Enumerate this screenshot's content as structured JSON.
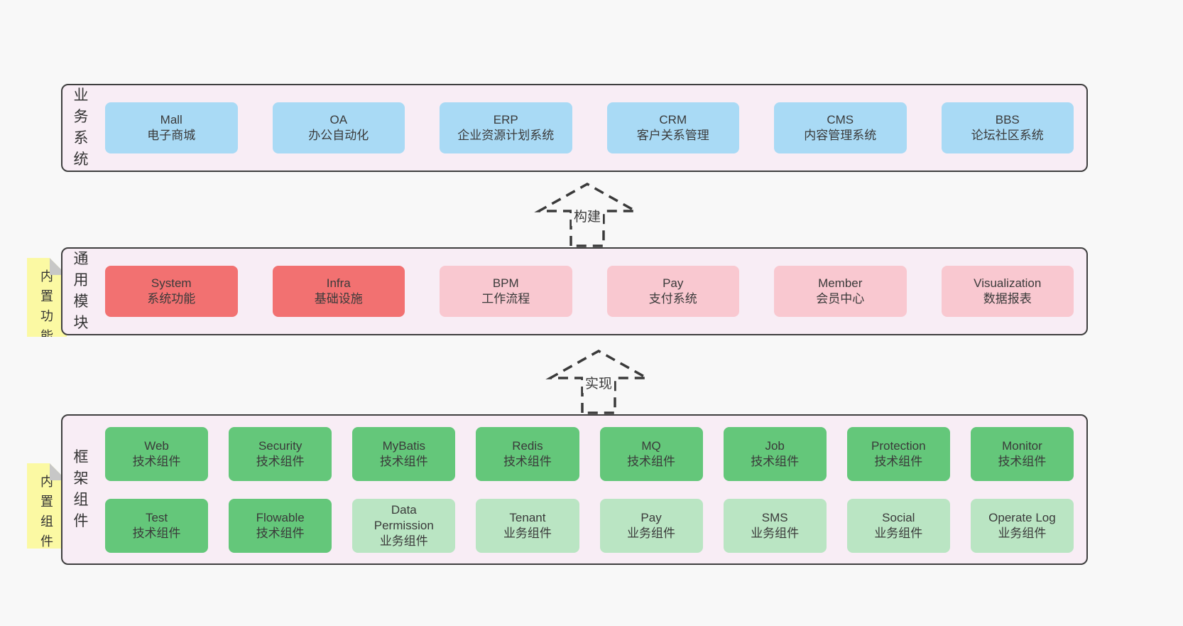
{
  "colors": {
    "background": "#f8f8f8",
    "band_fill": "#f8edf5",
    "band_border": "#3f3f3f",
    "tag_fill": "#fbf9a3",
    "fold": "#c7c7c7",
    "arrow": "#3a3a3a",
    "text": "#3a3a3a",
    "box": {
      "blue": "#a9daf5",
      "red": "#f27171",
      "pink": "#f9c8d0",
      "green": "#64c77a",
      "green_light": "#bae5c3"
    }
  },
  "bands": [
    {
      "label": "业务系统",
      "rows": [
        [
          {
            "name": "Mall",
            "desc": "电子商城",
            "type": "blue"
          },
          {
            "name": "OA",
            "desc": "办公自动化",
            "type": "blue"
          },
          {
            "name": "ERP",
            "desc": "企业资源计划系统",
            "type": "blue"
          },
          {
            "name": "CRM",
            "desc": "客户关系管理",
            "type": "blue"
          },
          {
            "name": "CMS",
            "desc": "内容管理系统",
            "type": "blue"
          },
          {
            "name": "BBS",
            "desc": "论坛社区系统",
            "type": "blue"
          }
        ]
      ]
    },
    {
      "label": "通用模块",
      "tag": "内置功能",
      "rows": [
        [
          {
            "name": "System",
            "desc": "系统功能",
            "type": "red"
          },
          {
            "name": "Infra",
            "desc": "基础设施",
            "type": "red"
          },
          {
            "name": "BPM",
            "desc": "工作流程",
            "type": "pink"
          },
          {
            "name": "Pay",
            "desc": "支付系统",
            "type": "pink"
          },
          {
            "name": "Member",
            "desc": "会员中心",
            "type": "pink"
          },
          {
            "name": "Visualization",
            "desc": "数据报表",
            "type": "pink"
          }
        ]
      ]
    },
    {
      "label": "框架组件",
      "tag": "内置组件",
      "rows": [
        [
          {
            "name": "Web",
            "desc": "技术组件",
            "type": "green"
          },
          {
            "name": "Security",
            "desc": "技术组件",
            "type": "green"
          },
          {
            "name": "MyBatis",
            "desc": "技术组件",
            "type": "green"
          },
          {
            "name": "Redis",
            "desc": "技术组件",
            "type": "green"
          },
          {
            "name": "MQ",
            "desc": "技术组件",
            "type": "green"
          },
          {
            "name": "Job",
            "desc": "技术组件",
            "type": "green"
          },
          {
            "name": "Protection",
            "desc": "技术组件",
            "type": "green"
          },
          {
            "name": "Monitor",
            "desc": "技术组件",
            "type": "green"
          }
        ],
        [
          {
            "name": "Test",
            "desc": "技术组件",
            "type": "green"
          },
          {
            "name": "Flowable",
            "desc": "技术组件",
            "type": "green"
          },
          {
            "name": "Data Permission",
            "desc": "业务组件",
            "type": "green_light"
          },
          {
            "name": "Tenant",
            "desc": "业务组件",
            "type": "green_light"
          },
          {
            "name": "Pay",
            "desc": "业务组件",
            "type": "green_light"
          },
          {
            "name": "SMS",
            "desc": "业务组件",
            "type": "green_light"
          },
          {
            "name": "Social",
            "desc": "业务组件",
            "type": "green_light"
          },
          {
            "name": "Operate Log",
            "desc": "业务组件",
            "type": "green_light"
          }
        ]
      ]
    }
  ],
  "arrows": [
    {
      "label": "构建"
    },
    {
      "label": "实现"
    }
  ]
}
